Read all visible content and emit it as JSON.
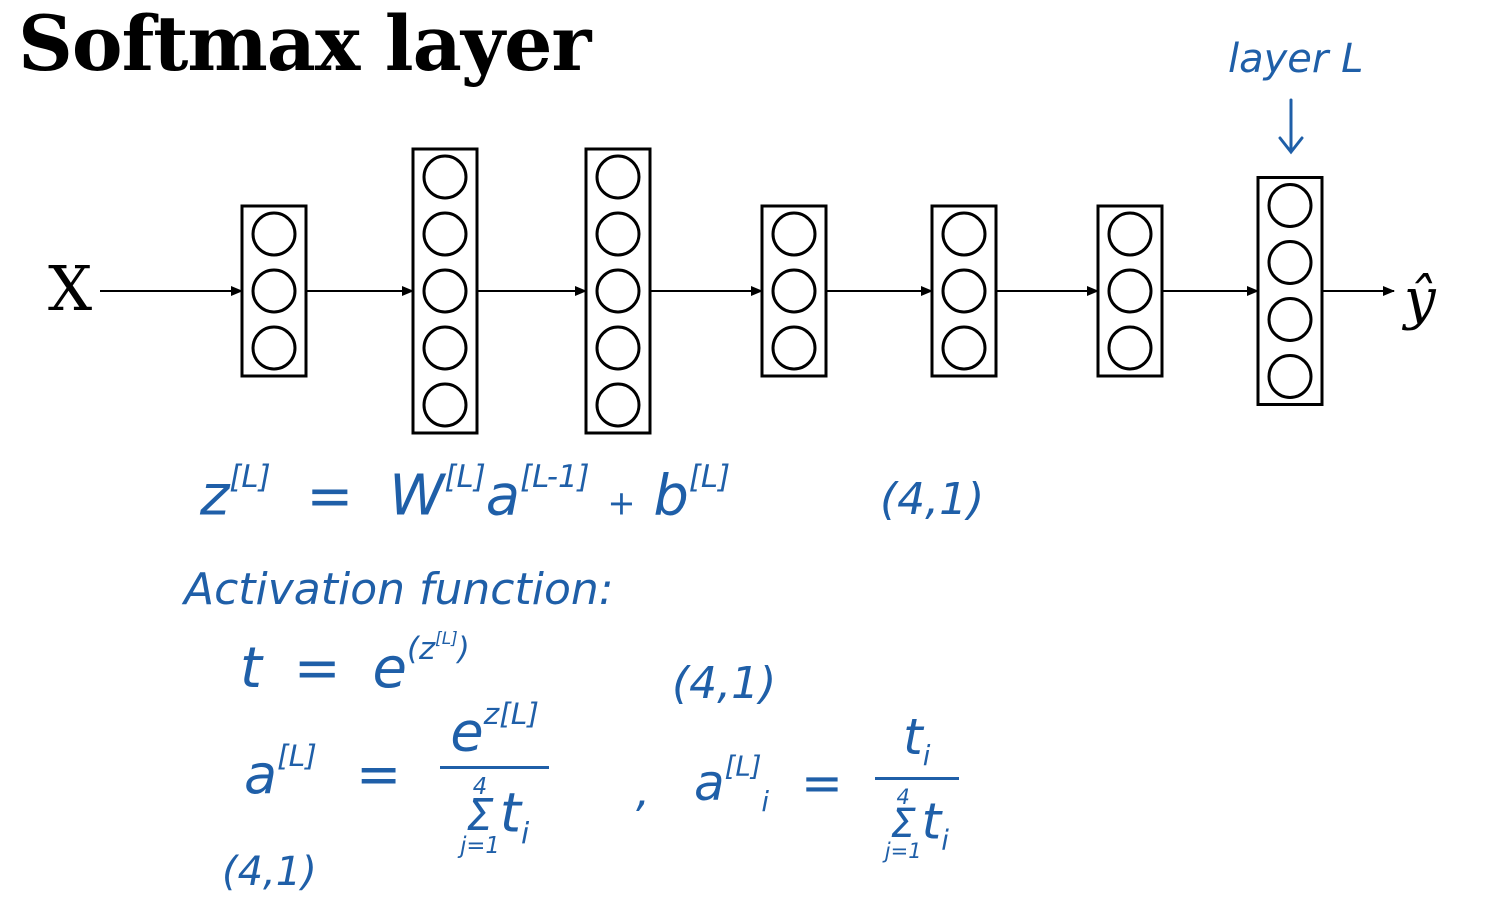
{
  "title": "Softmax layer",
  "input_label": "X",
  "output_label": "ŷ",
  "layers": [
    {
      "units": 3
    },
    {
      "units": 5
    },
    {
      "units": 5
    },
    {
      "units": 3
    },
    {
      "units": 3
    },
    {
      "units": 3
    },
    {
      "units": 4,
      "annotation": "layer L"
    }
  ],
  "colors": {
    "ink": "#000000",
    "handwriting": "#1f5fa8"
  },
  "equations": {
    "z_lhs": "z",
    "z_sup": "[L]",
    "eq": "=",
    "w": "W",
    "w_sup": "[L]",
    "a_prev": "a",
    "a_prev_sup": "[L-1]",
    "plus": "+",
    "b": "b",
    "b_sup": "[L]",
    "z_shape": "(4,1)",
    "activation_label": "Activation function:",
    "t": "t",
    "e": "e",
    "t_exp": "(z",
    "t_exp_sup": "[L]",
    "t_exp_close": ")",
    "t_shape": "(4,1)",
    "a": "a",
    "a_sup": "[L]",
    "num_base": "e",
    "num_sup": "z[L]",
    "sum_top": "4",
    "sum_sign": "Σ",
    "sum_bottom": "j=1",
    "den_var": "t",
    "den_sub": "i",
    "comma": ",",
    "ai": "a",
    "ai_sup": "[L]",
    "ai_sub": "i",
    "ti": "t",
    "ti_sub": "i",
    "a_shape": "(4,1)"
  }
}
